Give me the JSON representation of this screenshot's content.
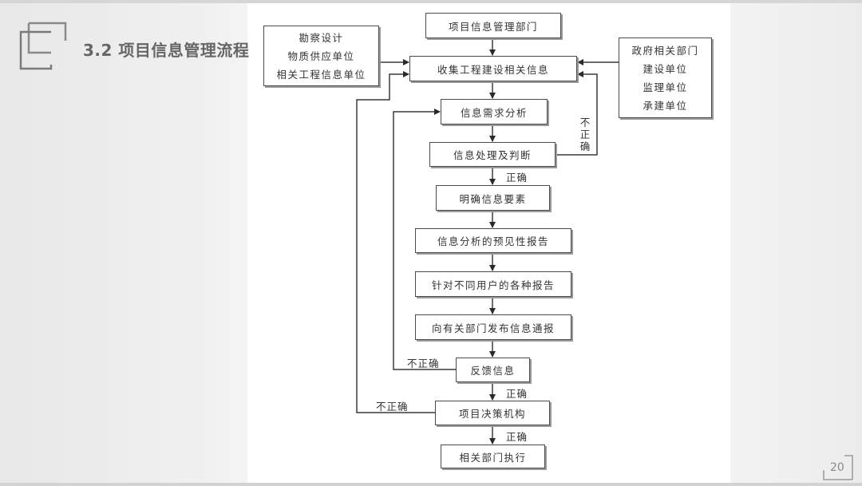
{
  "slide": {
    "title": "3.2  项目信息管理流程",
    "page_number": "20"
  },
  "flowchart": {
    "nodes": {
      "dept": "项目信息管理部门",
      "collect": "收集工程建设相关信息",
      "left_sources": [
        "勘察设计",
        "物质供应单位",
        "相关工程信息单位"
      ],
      "right_sources": [
        "政府相关部门",
        "建设单位",
        "监理单位",
        "承建单位"
      ],
      "demand": "信息需求分析",
      "process": "信息处理及判断",
      "elements": "明确信息要素",
      "forecast": "信息分析的预见性报告",
      "reports": "针对不同用户的各种报告",
      "publish": "向有关部门发布信息通报",
      "feedback": "反馈信息",
      "decision": "项目决策机构",
      "execute": "相关部门执行"
    },
    "edge_labels": {
      "process_correct": "正确",
      "process_incorrect": "不正确",
      "feedback_incorrect": "不正确",
      "feedback_correct": "正确",
      "decision_incorrect": "不正确",
      "decision_correct": "正确"
    }
  },
  "colors": {
    "line": "#3a3a3a",
    "title": "#666666"
  }
}
